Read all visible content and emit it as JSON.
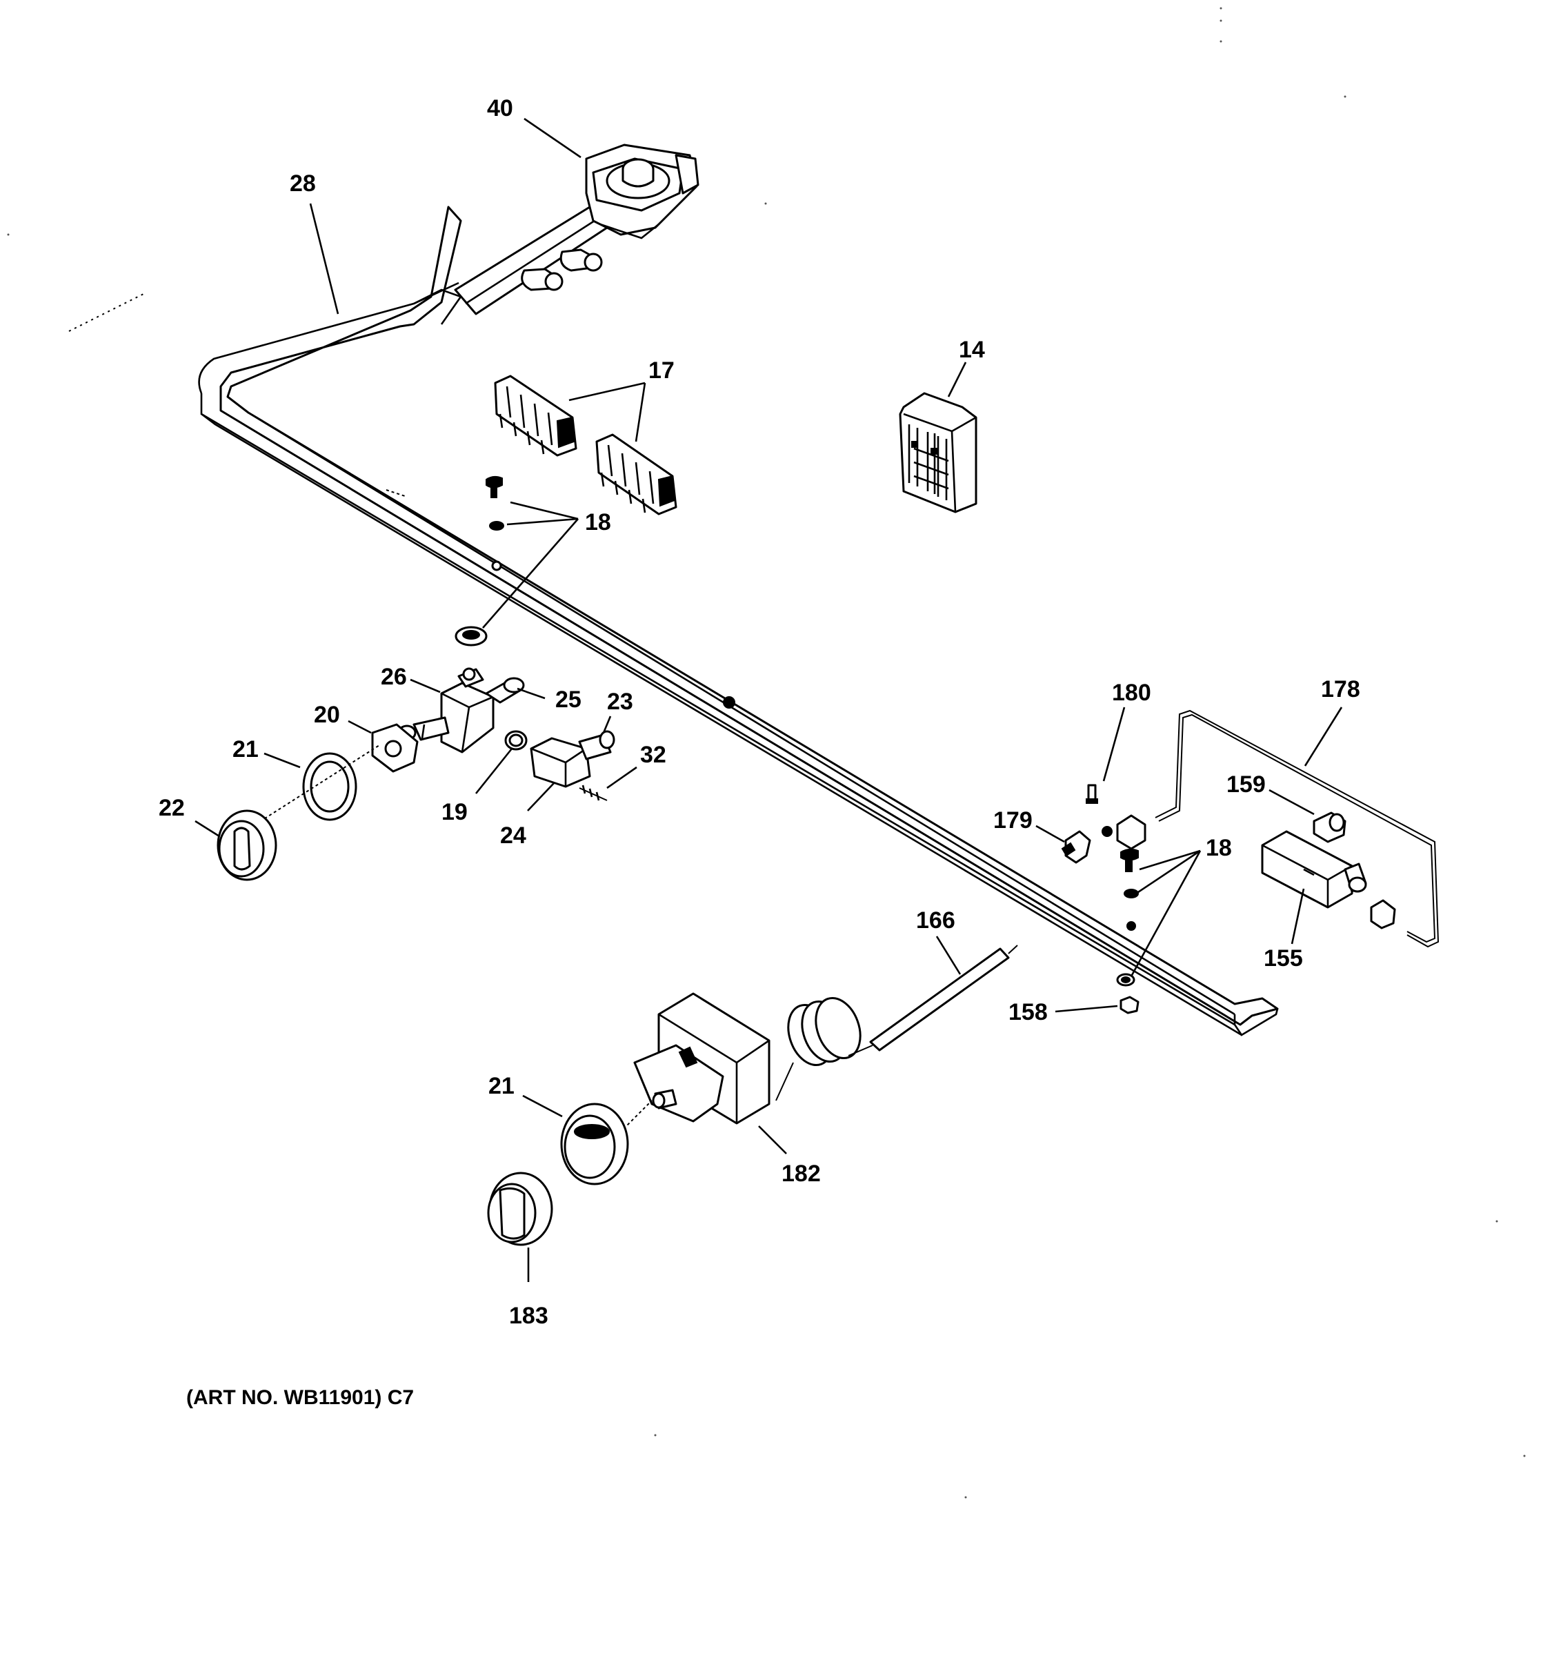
{
  "diagram": {
    "callouts": {
      "c40": "40",
      "c28": "28",
      "c17": "17",
      "c14": "14",
      "c18a": "18",
      "c26": "26",
      "c25": "25",
      "c23": "23",
      "c20": "20",
      "c21a": "21",
      "c32": "32",
      "c19": "19",
      "c24": "24",
      "c22": "22",
      "c180": "180",
      "c178": "178",
      "c159": "159",
      "c179": "179",
      "c18b": "18",
      "c166": "166",
      "c155": "155",
      "c158": "158",
      "c21b": "21",
      "c182": "182",
      "c183": "183"
    },
    "caption": "(ART NO. WB11901) C7"
  }
}
